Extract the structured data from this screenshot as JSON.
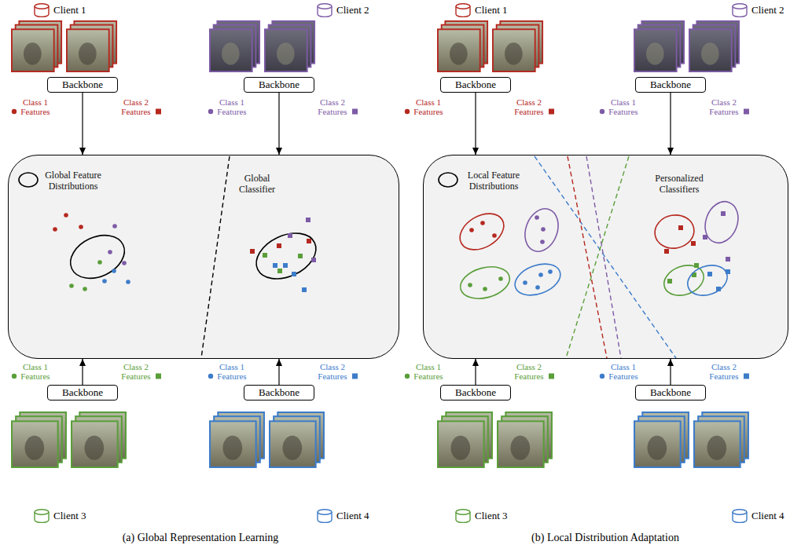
{
  "diagram": {
    "nodes": [
      {
        "text": [
          "Backbone"
        ]
      },
      {
        "text": [
          "Backbone"
        ]
      },
      {
        "text": [
          "Global Feature Distributions",
          "Global Classifier"
        ]
      },
      {
        "text": [
          "Backbone"
        ]
      },
      {
        "text": [
          "Backbone"
        ]
      },
      {
        "text": [
          "Backbone"
        ]
      },
      {
        "text": [
          "Backbone"
        ]
      },
      {
        "text": [
          "Local Feature Distributions",
          "Personalized Classifiers"
        ]
      },
      {
        "text": [
          "Backbone"
        ]
      },
      {
        "text": [
          "Backbone"
        ]
      }
    ],
    "edges": [
      {
        "from": 0,
        "to": 2,
        "arrow": "to"
      },
      {
        "from": 1,
        "to": 2,
        "arrow": "to"
      },
      {
        "from": 3,
        "to": 2,
        "arrow": "to"
      },
      {
        "from": 4,
        "to": 2,
        "arrow": "to"
      },
      {
        "from": 5,
        "to": 7,
        "arrow": "to"
      },
      {
        "from": 6,
        "to": 7,
        "arrow": "to"
      },
      {
        "from": 8,
        "to": 7,
        "arrow": "to"
      },
      {
        "from": 9,
        "to": 7,
        "arrow": "to"
      }
    ],
    "labels": [
      "Client 1",
      "Client 2",
      "Class 1 Features",
      "Class 2 Features",
      "Class 1 Features",
      "Class 2 Features",
      "Class 1 Features",
      "Class 2 Features",
      "Class 1 Features",
      "Class 2 Features",
      "Client 3",
      "Client 4",
      "Client 1",
      "Client 2",
      "Class 1 Features",
      "Class 2 Features",
      "Class 1 Features",
      "Class 2 Features",
      "Class 1 Features",
      "Class 2 Features",
      "Class 1 Features",
      "Class 2 Features",
      "Client 3",
      "Client 4",
      "(a) Global Representation Learning",
      "(b) Local Distribution Adaptation"
    ]
  }
}
